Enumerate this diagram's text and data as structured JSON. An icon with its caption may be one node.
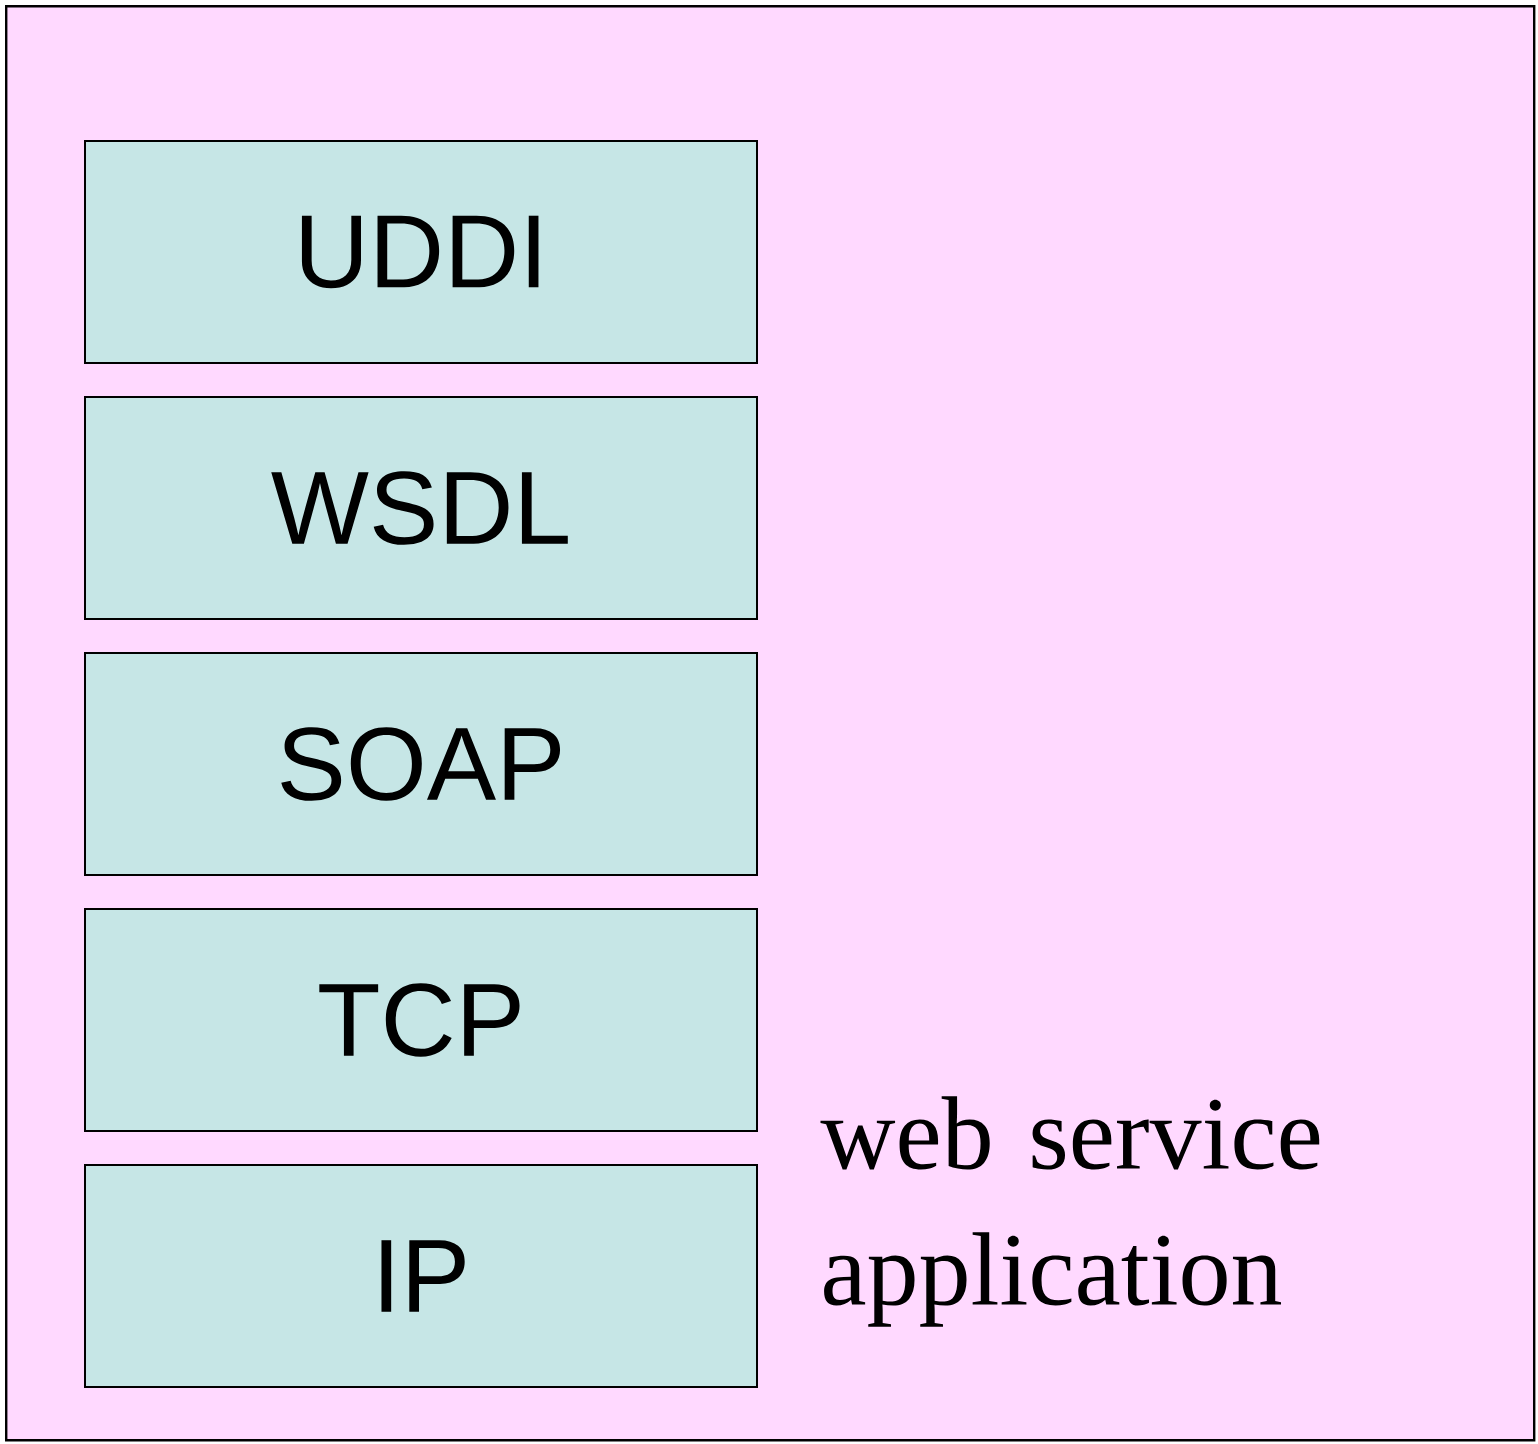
{
  "diagram": {
    "nodes": [
      {
        "text": [
          "web service application"
        ]
      },
      {
        "text": [
          "UDDI"
        ],
        "in": 0
      },
      {
        "text": [
          "WSDL"
        ],
        "in": 0
      },
      {
        "text": [
          "SOAP"
        ],
        "in": 0
      },
      {
        "text": [
          "TCP"
        ],
        "in": 0
      },
      {
        "text": [
          "IP"
        ],
        "in": 0
      }
    ],
    "edges": []
  }
}
